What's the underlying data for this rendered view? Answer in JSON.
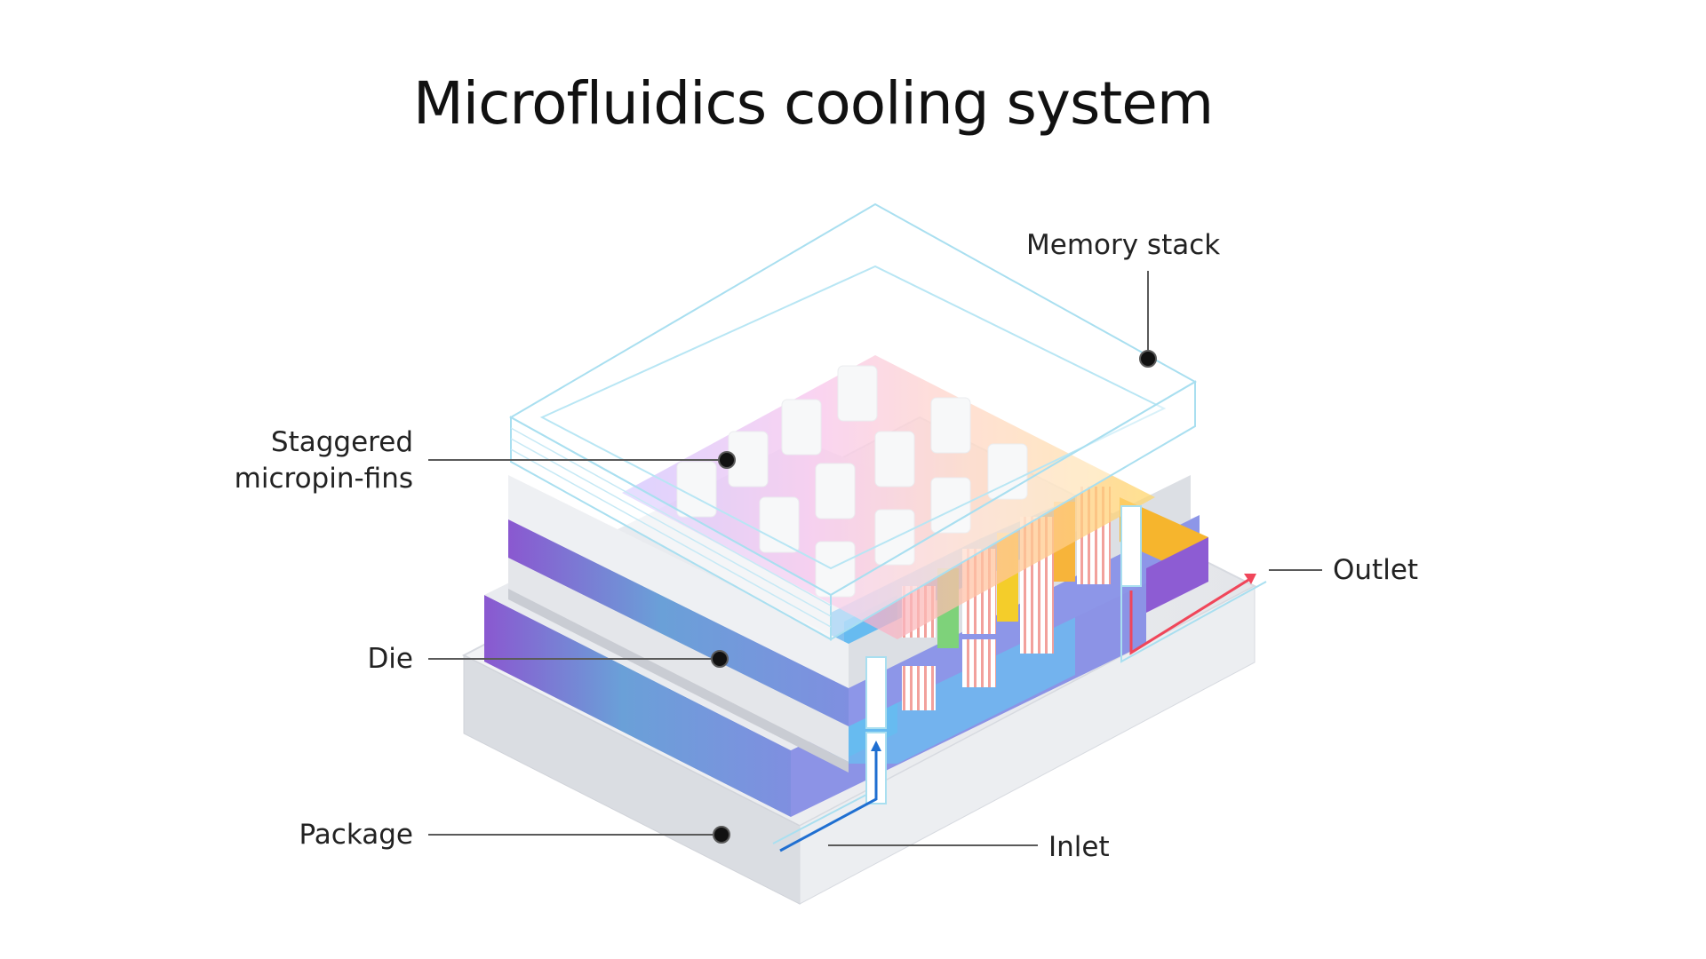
{
  "title": "Microfluidics cooling system",
  "labels": {
    "memory_stack": "Memory stack",
    "staggered_line1": "Staggered",
    "staggered_line2": "micropin-fins",
    "die": "Die",
    "package": "Package",
    "outlet": "Outlet",
    "inlet": "Inlet"
  },
  "colors": {
    "purple": "#8a58d0",
    "cyan": "#34c4f2",
    "grey_light": "#e7e8ec",
    "grey_mid": "#c9ccd3",
    "white": "#ffffff",
    "outline": "#9fd9ee",
    "inlet_flow": "#1f6fd1",
    "outlet_flow": "#f0465a",
    "fin_stripe": "#f2a19c"
  }
}
